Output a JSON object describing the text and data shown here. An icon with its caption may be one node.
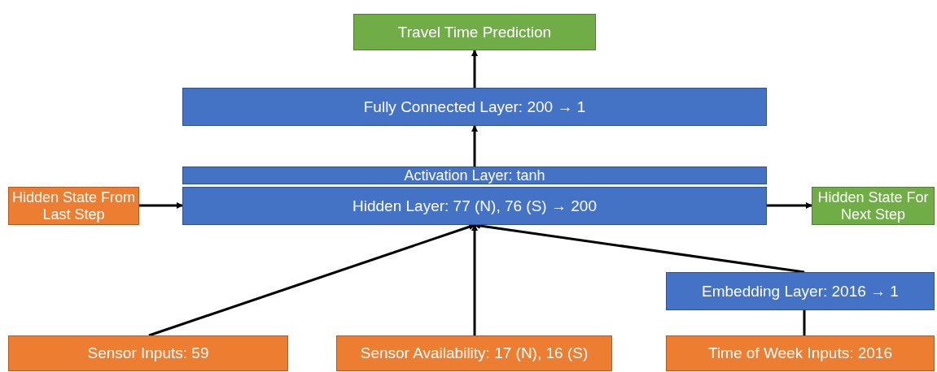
{
  "diagram": {
    "nodes": [
      {
        "text": [
          "Travel Time Prediction"
        ]
      },
      {
        "text": [
          "Fully Connected Layer: 200 → 1"
        ]
      },
      {
        "text": [
          "Activation Layer: tanh"
        ]
      },
      {
        "text": [
          "Hidden State From Last Step"
        ]
      },
      {
        "text": [
          "Hidden Layer: 77 (N), 76 (S) → 200"
        ]
      },
      {
        "text": [
          "Hidden State For Next Step"
        ]
      },
      {
        "text": [
          "Embedding Layer: 2016 → 1"
        ]
      },
      {
        "text": [
          "Sensor Inputs: 59"
        ]
      },
      {
        "text": [
          "Sensor Availability: 17 (N), 16 (S)"
        ]
      },
      {
        "text": [
          "Time of Week Inputs: 2016"
        ]
      }
    ],
    "edges": [
      {
        "from": 1,
        "to": 0,
        "arrow": "to"
      },
      {
        "from": 2,
        "to": 1,
        "arrow": "to"
      },
      {
        "from": 3,
        "to": 4,
        "arrow": "to"
      },
      {
        "from": 4,
        "to": 5,
        "arrow": "to"
      },
      {
        "from": 7,
        "to": 4,
        "arrow": "to"
      },
      {
        "from": 8,
        "to": 4,
        "arrow": "to"
      },
      {
        "from": 6,
        "to": 4,
        "arrow": "to"
      },
      {
        "from": 9,
        "to": 6,
        "arrow": "to"
      }
    ]
  }
}
